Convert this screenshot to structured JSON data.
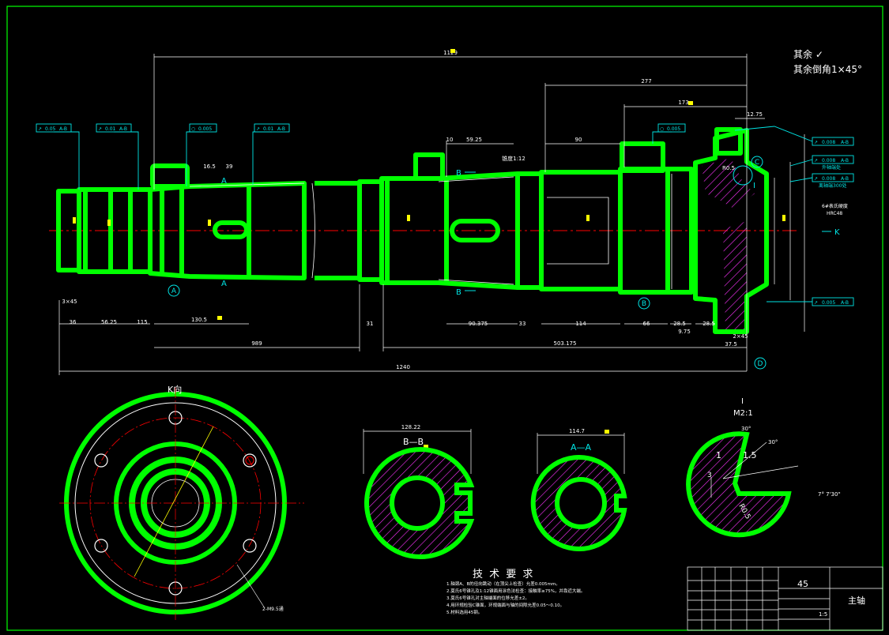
{
  "drawing": {
    "notes_top_right": {
      "line1": "其余",
      "line2": "其余倒角1×45°"
    },
    "section_labels": {
      "k_view": "K向",
      "bb": "B—B",
      "aa": "A—A",
      "detail_i": "I",
      "detail_scale": "M2:1"
    },
    "dimensions": {
      "overall_top": "1129",
      "d277": "277",
      "d173": "173",
      "d12_75": "12.75",
      "d59_25": "59.25",
      "d10": "10",
      "d90": "90",
      "d16_5": "16.5",
      "d39": "39",
      "taper": "锥度1:12",
      "bottom_1240": "1240",
      "bottom_989": "989",
      "bottom_503": "503.175",
      "bottom_130": "130.5",
      "bottom_90375": "90.375",
      "bottom_114": "114",
      "bottom_66": "66",
      "bottom_28_5": "28.5",
      "bottom_9_75": "9.75",
      "bottom_36": "36",
      "bottom_5625": "56.25",
      "bottom_115": "115",
      "bottom_31": "31",
      "bottom_33": "33",
      "bottom_37_5": "37.5",
      "bb_width": "128.22",
      "aa_width": "114.7",
      "detail_1": "1",
      "detail_1_5": "1.5",
      "detail_r": "R0.5",
      "detail_3": "3",
      "detail_angle": "7° 7'30\"",
      "detail_30a": "30°",
      "detail_30b": "30°",
      "k_holes": "2-M9.5通",
      "chamfer_3x45": "3×45",
      "chamfer_2": "2×45",
      "r_note": "R0.5",
      "hardness_note": "6#表氏硬度",
      "hrc": "HRC48"
    },
    "tolerance_frames": [
      {
        "sym": "↗",
        "val": "0.05",
        "ref": "A-B"
      },
      {
        "sym": "↗",
        "val": "0.01",
        "ref": "A-B"
      },
      {
        "sym": "○",
        "val": "0.005",
        "ref": ""
      },
      {
        "sym": "↗",
        "val": "0.01",
        "ref": "A-B"
      },
      {
        "sym": "○",
        "val": "0.005",
        "ref": ""
      },
      {
        "sym": "↗",
        "val": "0.008",
        "ref": "A-B"
      },
      {
        "sym": "↗",
        "val": "0.008",
        "ref": "A-B"
      },
      {
        "sym": "↗",
        "val": "0.008",
        "ref": "A-B"
      },
      {
        "sym": "↗",
        "val": "0.005",
        "ref": "A-B"
      }
    ],
    "side_notes": {
      "n1": "外轴端处",
      "n2": "离轴端300处"
    },
    "datums": [
      "A",
      "B",
      "C",
      "D"
    ],
    "section_arrows": {
      "b": "B",
      "a": "A",
      "k": "K"
    },
    "tech_req": {
      "title": "技 术 要 求",
      "items": [
        "1.轴颈A、B的径向跳动（在顶尖上检查）允差0.005mm。",
        "2.莫氏6号锥孔及1:12锥面用涂色法检查：接触率≥75%，并靠近大端。",
        "3.莫氏6号锥孔对主轴端面的位移允差±2。",
        "4.用环规检验C锥面，环规端面与轴的间隙允差0.05～0.10。",
        "5.材料选用45钢。"
      ]
    },
    "title_block": {
      "material": "45",
      "part_name": "主轴",
      "scale": "1:5"
    }
  },
  "colors": {
    "outline": "#00ff00",
    "dim": "#ffff00",
    "frame": "#00e5e5",
    "center": "#ff0000",
    "hatch": "#ff33ff",
    "text": "#ffffff"
  }
}
